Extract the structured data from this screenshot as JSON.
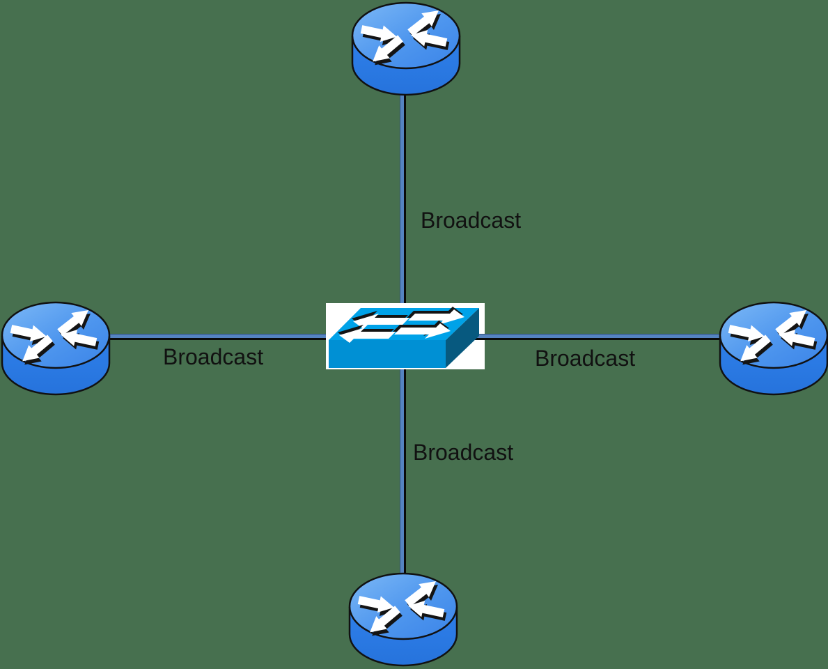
{
  "diagram": {
    "type": "network-topology",
    "center_device": "switch",
    "routers": [
      {
        "id": "router-top",
        "position": "top"
      },
      {
        "id": "router-left",
        "position": "left"
      },
      {
        "id": "router-right",
        "position": "right"
      },
      {
        "id": "router-bottom",
        "position": "bottom"
      }
    ],
    "links": [
      {
        "from": "switch",
        "to": "router-top",
        "label": "Broadcast"
      },
      {
        "from": "switch",
        "to": "router-left",
        "label": "Broadcast"
      },
      {
        "from": "switch",
        "to": "router-right",
        "label": "Broadcast"
      },
      {
        "from": "switch",
        "to": "router-bottom",
        "label": "Broadcast"
      }
    ],
    "colors": {
      "background": "#47704f",
      "link_line": "#5583c0",
      "link_line_edge": "#2e4e78",
      "link_line_shadow": "#0a0a0a",
      "router_body": "#2b7ae4",
      "router_top_light": "#7cb8f6",
      "router_top_dark": "#3b84e8",
      "switch_top": "#00a2e8",
      "switch_front": "#0090d4",
      "switch_side": "#07597f",
      "switch_panel": "#ffffff",
      "arrow_fill": "#ffffff",
      "arrow_shadow": "#141414",
      "label_text": "#111111"
    }
  }
}
